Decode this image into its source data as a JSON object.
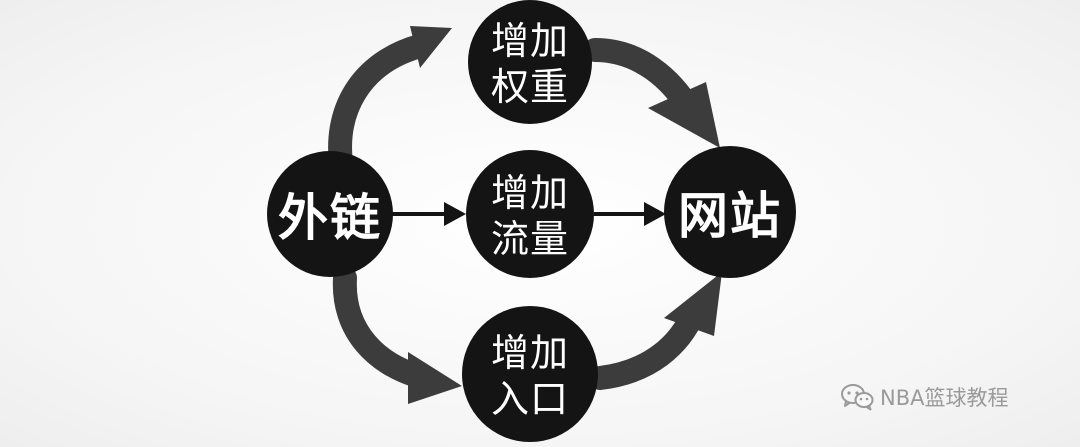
{
  "nodes": {
    "source": {
      "label": "外链"
    },
    "weight": {
      "line1": "增加",
      "line2": "权重"
    },
    "traffic": {
      "line1": "增加",
      "line2": "流量"
    },
    "entrance": {
      "line1": "增加",
      "line2": "入口"
    },
    "target": {
      "label": "网站"
    }
  },
  "watermark": {
    "text": "NBA篮球教程",
    "icon": "wechat-icon"
  },
  "colors": {
    "node": "#141414",
    "arrow": "#3c3c3c",
    "text": "#ffffff",
    "watermark": "#9a9a9a"
  }
}
